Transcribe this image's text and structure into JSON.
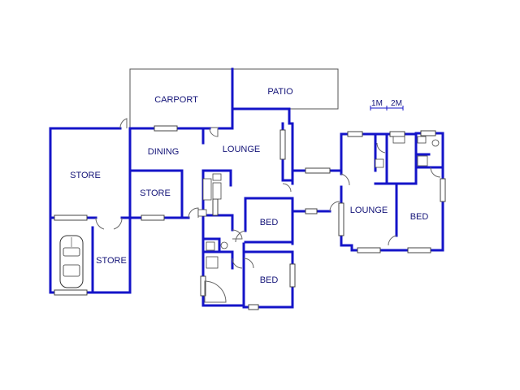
{
  "labels": {
    "carport": "CARPORT",
    "patio": "PATIO",
    "store_left": "STORE",
    "dining": "DINING",
    "lounge_main": "LOUNGE",
    "store_mid": "STORE",
    "store_bottom": "STORE",
    "bed_upper": "BED",
    "bed_lower": "BED",
    "lounge_right": "LOUNGE",
    "bed_right": "BED"
  },
  "scale": {
    "label_1m": "1M",
    "label_2m": "2M"
  },
  "colors": {
    "wall": "#1414c8",
    "text": "#141478",
    "outline": "#555555"
  }
}
